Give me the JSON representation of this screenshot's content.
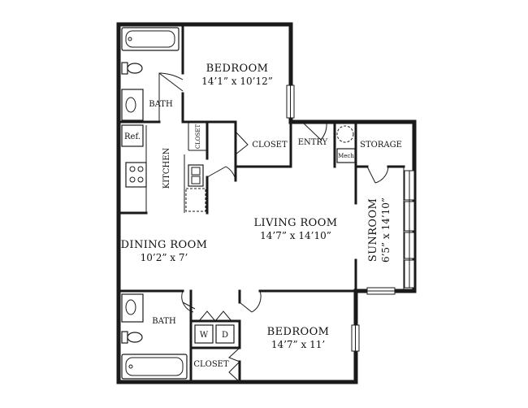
{
  "rooms": {
    "bedroom_top": {
      "name": "BEDROOM",
      "size": "14’1” x 10’12”"
    },
    "bath_top": {
      "name": "BATH"
    },
    "kitchen": {
      "name": "KITCHEN",
      "ref": "Ref.",
      "closet": "CLOSET"
    },
    "closet_mid": {
      "name": "CLOSET"
    },
    "entry": {
      "name": "ENTRY",
      "mech": "Mech"
    },
    "storage": {
      "name": "STORAGE"
    },
    "living": {
      "name": "LIVING ROOM",
      "size": "14’7” x 14’10”"
    },
    "sunroom": {
      "name": "SUNROOM",
      "size": "6’5” x 14’10”"
    },
    "dining": {
      "name": "DINING ROOM",
      "size": "10’2” x 7’"
    },
    "bath_bottom": {
      "name": "BATH"
    },
    "laundry": {
      "washer": "W",
      "dryer": "D"
    },
    "closet_bottom": {
      "name": "CLOSET"
    },
    "bedroom_bottom": {
      "name": "BEDROOM",
      "size": "14’7” x 11’"
    }
  }
}
